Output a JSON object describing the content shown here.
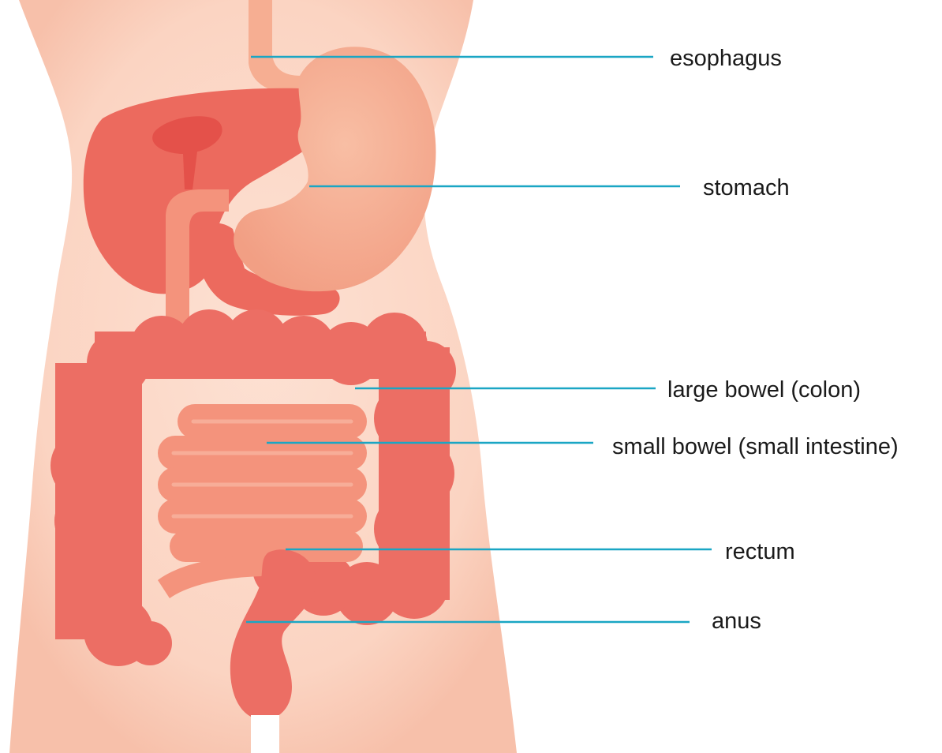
{
  "labels": {
    "esophagus": "esophagus",
    "stomach": "stomach",
    "large_bowel": "large bowel (colon)",
    "small_bowel": "small bowel (small intestine)",
    "rectum": "rectum",
    "anus": "anus"
  },
  "colors": {
    "background": "#ffffff",
    "skin": "#fcd9c9",
    "skin_edge": "#f7c4b0",
    "colon": "#ec6e64",
    "colon_light": "#f28a7e",
    "liver": "#ec6a5e",
    "liver_dark": "#e4514a",
    "stomach": "#f6ae92",
    "small_bowel": "#f4937c",
    "leader_line": "#1aa6c4",
    "label_text": "#1a1a1a"
  }
}
